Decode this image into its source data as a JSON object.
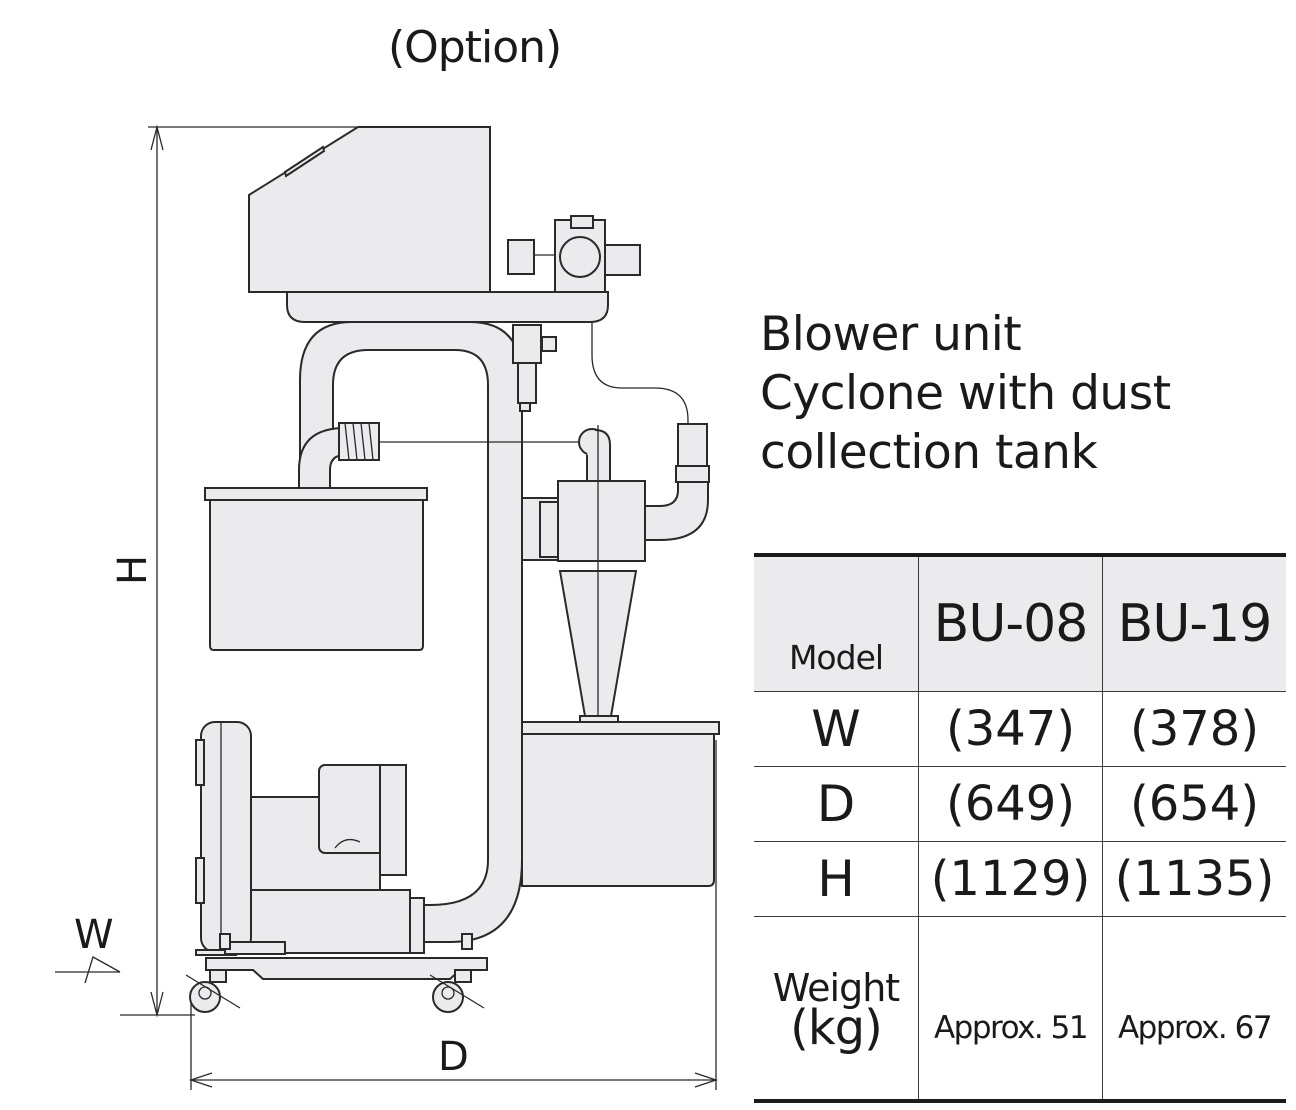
{
  "header": {
    "option_label": "(Option)"
  },
  "drawing": {
    "dimension_labels": {
      "height": "H",
      "width": "W",
      "depth": "D"
    },
    "components": [
      "control-box",
      "base-plate",
      "air-valve",
      "filter-regulator",
      "u-pipe-frame",
      "flex-hose",
      "dust-tank",
      "cyclone",
      "cyclone-tank",
      "blower-motor",
      "caster-left",
      "caster-right"
    ],
    "colors": {
      "fill": "#ebebee",
      "stroke": "#2a2a2a"
    }
  },
  "description": {
    "lines": [
      "Blower unit",
      "Cyclone with dust",
      "collection tank"
    ]
  },
  "spec_table": {
    "header": {
      "label": "Model",
      "models": [
        "BU-08",
        "BU-19"
      ]
    },
    "rows": [
      {
        "label": "W",
        "values": [
          "(347)",
          "(378)"
        ]
      },
      {
        "label": "D",
        "values": [
          "(649)",
          "(654)"
        ]
      },
      {
        "label": "H",
        "values": [
          "(1129)",
          "(1135)"
        ]
      }
    ],
    "weight": {
      "label": "Weight",
      "unit": "(kg)",
      "values": [
        "Approx. 51",
        "Approx. 67"
      ]
    },
    "header_bg": "#ebebee"
  }
}
